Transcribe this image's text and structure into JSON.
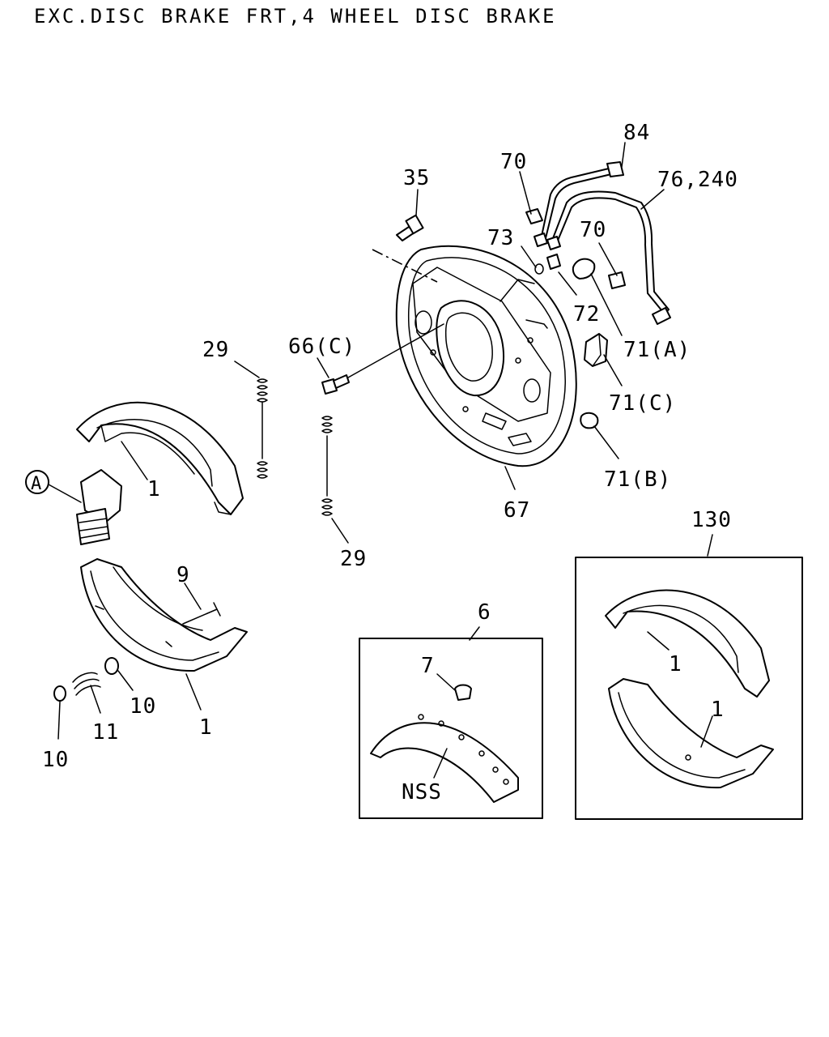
{
  "header": {
    "title": "EXC.DISC BRAKE FRT,4 WHEEL DISC BRAKE"
  },
  "callouts": {
    "c84": "84",
    "c76_240": "76,240",
    "c70_top": "70",
    "c70_mid": "70",
    "c35": "35",
    "c73": "73",
    "c72": "72",
    "c71a": "71(A)",
    "c71c": "71(C)",
    "c71b": "71(B)",
    "c66c": "66(C)",
    "c29_top": "29",
    "c29_bottom": "29",
    "c67": "67",
    "c1_upper": "1",
    "c1_lower": "1",
    "cA": "A",
    "c9": "9",
    "c10_right": "10",
    "c10_left": "10",
    "c11": "11",
    "c6": "6",
    "c7": "7",
    "cNSS": "NSS",
    "c130": "130",
    "c1_kit_upper": "1",
    "c1_kit_lower": "1"
  }
}
